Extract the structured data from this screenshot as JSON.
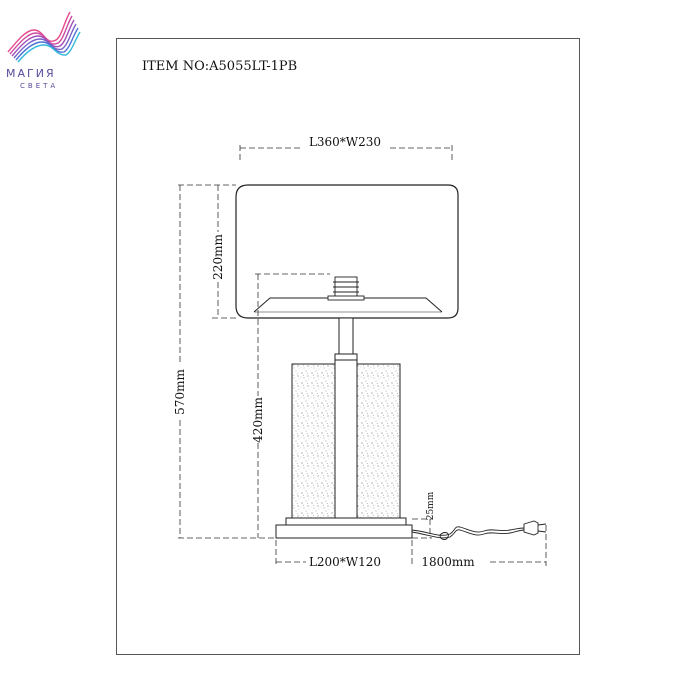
{
  "brand": {
    "name": "МАГИЯ",
    "tagline": "СВЕТА",
    "colors": [
      "#e64a8c",
      "#a24fb8",
      "#4d73d6",
      "#32b8d8"
    ]
  },
  "sheet": {
    "item_number": "ITEM NO:A5055LT-1PB"
  },
  "dimensions": {
    "shade_size": "L360*W230",
    "shade_height": "220mm",
    "total_height": "570mm",
    "base_height": "420mm",
    "plinth_height": "25mm",
    "base_size": "L200*W120",
    "cord_length": "1800mm"
  }
}
